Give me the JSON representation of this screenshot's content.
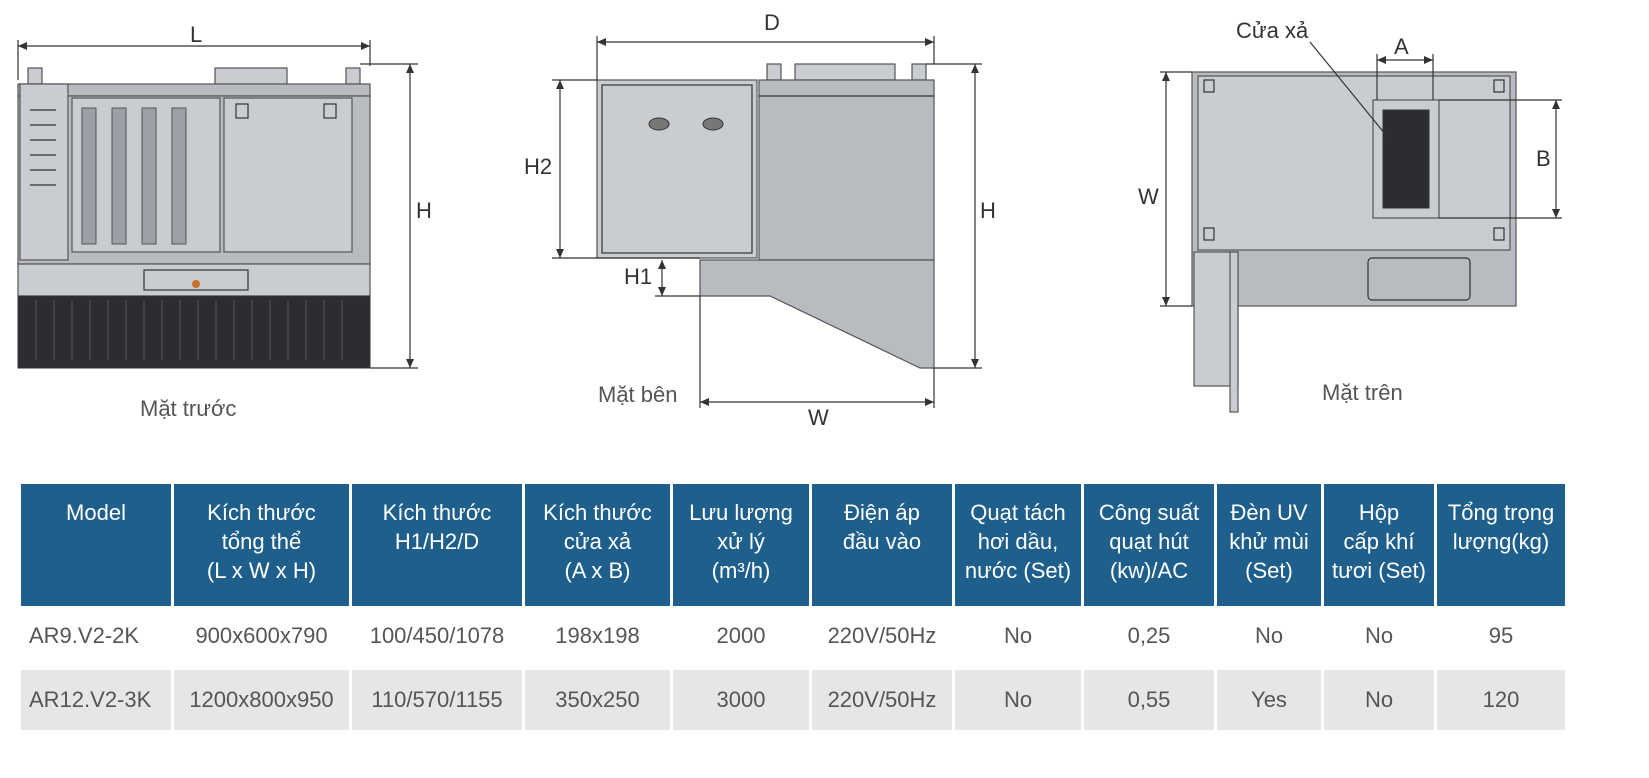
{
  "drawings": {
    "front": {
      "view_label": "Mặt trước",
      "dim_length": "L",
      "dim_height": "H"
    },
    "side": {
      "view_label": "Mặt bên",
      "dim_depth": "D",
      "dim_width": "W",
      "dim_h1": "H1",
      "dim_h2": "H2",
      "dim_height": "H"
    },
    "top": {
      "view_label": "Mặt trên",
      "outlet_label": "Cửa xả",
      "dim_a": "A",
      "dim_b": "B",
      "dim_width": "W"
    }
  },
  "colors": {
    "header_bg": "#1f5f8b",
    "header_text": "#ffffff",
    "row_alt_bg": "#e6e6e6"
  },
  "table": {
    "headers": [
      "Model",
      "Kích thước\ntổng thể\n(L x W x H)",
      "Kích thước\nH1/H2/D",
      "Kích thước\ncửa xả\n(A x B)",
      "Lưu lượng\nxử lý\n(m³/h)",
      "Điện áp\nđầu vào",
      "Quạt tách\nhơi dầu,\nnước (Set)",
      "Công suất\nquạt hút\n(kw)/AC",
      "Đèn UV\nkhử mùi\n(Set)",
      "Hộp\ncấp khí\ntươi (Set)",
      "Tổng trọng\nlượng(kg)"
    ],
    "rows": [
      [
        "AR9.V2-2K",
        "900x600x790",
        "100/450/1078",
        "198x198",
        "2000",
        "220V/50Hz",
        "No",
        "0,25",
        "No",
        "No",
        "95"
      ],
      [
        "AR12.V2-3K",
        "1200x800x950",
        "110/570/1155",
        "350x250",
        "3000",
        "220V/50Hz",
        "No",
        "0,55",
        "Yes",
        "No",
        "120"
      ]
    ]
  }
}
